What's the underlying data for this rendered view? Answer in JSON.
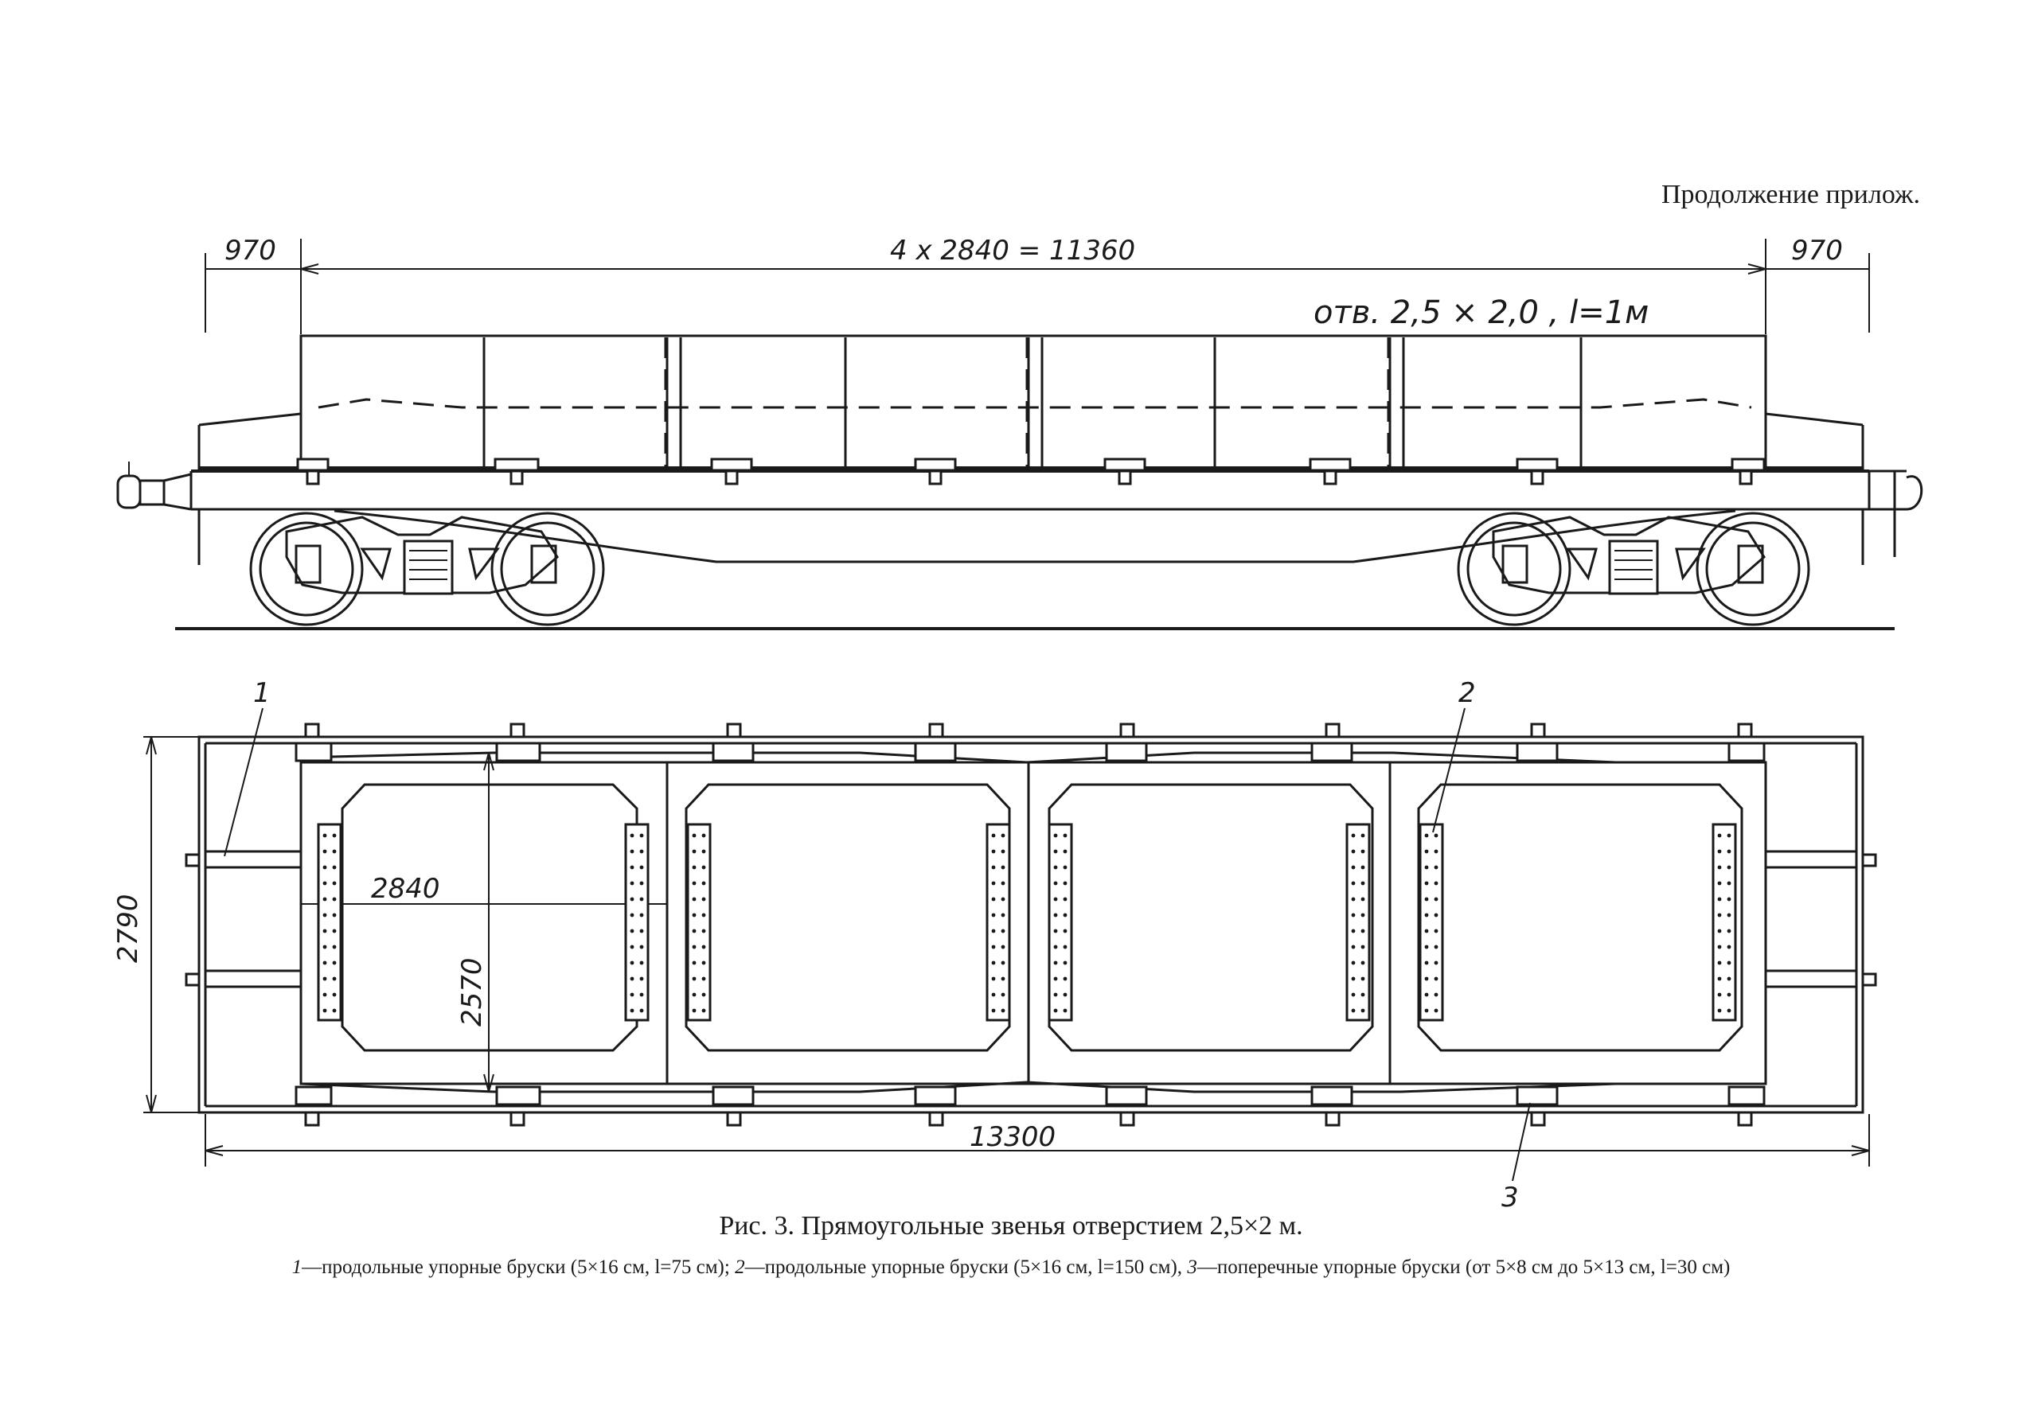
{
  "header": {
    "continuation": "Продолжение прилож."
  },
  "side_view": {
    "dim_left": "970",
    "dim_center": "4 x 2840 = 11360",
    "dim_right": "970",
    "opening_note": "отв. 2,5 × 2,0 , l=1м"
  },
  "plan_view": {
    "dim_width": "2790",
    "dim_length": "13300",
    "dim_section": "2840",
    "dim_inner": "2570",
    "callout_1": "1",
    "callout_2": "2",
    "callout_3": "3"
  },
  "caption": {
    "title": "Рис. 3. Прямоугольные звенья отверстием 2,5×2 м.",
    "legend_1_num": "1",
    "legend_1_text": "—продольные упорные бруски (5×16 см, l=75 см);",
    "legend_2_num": "2",
    "legend_2_text": "—продольные упорные бруски (5×16 см, l=150 см),",
    "legend_3_num": "3",
    "legend_3_text": "—поперечные упорные бруски (от 5×8 см до 5×13 см, l=30 см)"
  }
}
